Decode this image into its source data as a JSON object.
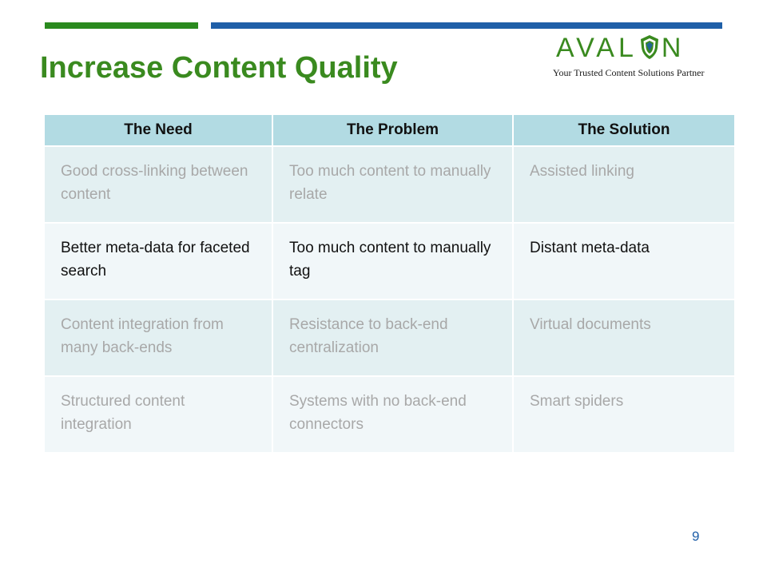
{
  "slide": {
    "title": "Increase Content Quality",
    "page_number": "9"
  },
  "logo": {
    "wordmark_left": "AVAL",
    "wordmark_right": "N",
    "tagline": "Your Trusted Content Solutions Partner",
    "icon": "shield-icon"
  },
  "colors": {
    "title_green": "#3a8a1f",
    "bar_green": "#2a8a1e",
    "bar_blue": "#1f5fa8",
    "header_bg": "#b2dbe3",
    "row_bg_odd": "#e3f0f2",
    "row_bg_even": "#f1f7f9",
    "muted_text": "#a8a8a8",
    "page_number": "#1f5fa8"
  },
  "table": {
    "headers": [
      "The Need",
      "The Problem",
      "The Solution"
    ],
    "rows": [
      {
        "need": "Good cross-linking between content",
        "problem": "Too much content to manually relate",
        "solution": "Assisted linking",
        "state": "muted"
      },
      {
        "need": "Better meta-data for faceted search",
        "problem": "Too much content to manually tag",
        "solution": "Distant meta-data",
        "state": "active"
      },
      {
        "need": "Content integration from many back-ends",
        "problem": "Resistance to back-end centralization",
        "solution": "Virtual documents",
        "state": "muted"
      },
      {
        "need": "Structured content integration",
        "problem": "Systems with no back-end connectors",
        "solution": "Smart spiders",
        "state": "muted"
      }
    ]
  }
}
